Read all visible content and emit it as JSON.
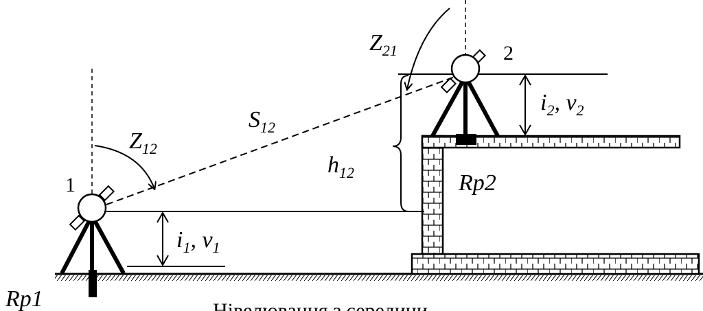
{
  "labels": {
    "station_1": "1",
    "station_2": "2",
    "z12_main": "Z",
    "z12_sub": "12",
    "z21_main": "Z",
    "z21_sub": "21",
    "s12_main": "S",
    "s12_sub": "12",
    "h12_main": "h",
    "h12_sub": "12",
    "rp1": "Rp1",
    "rp2": "Rp2",
    "i1_main": "i",
    "i1_sub": "1",
    "i1_sep": ", ",
    "v1_main": "v",
    "v1_sub": "1",
    "i2_main": "i",
    "i2_sub": "2",
    "i2_sep": ", ",
    "v2_main": "v",
    "v2_sub": "2"
  },
  "caption": "Нівелювання з середини"
}
